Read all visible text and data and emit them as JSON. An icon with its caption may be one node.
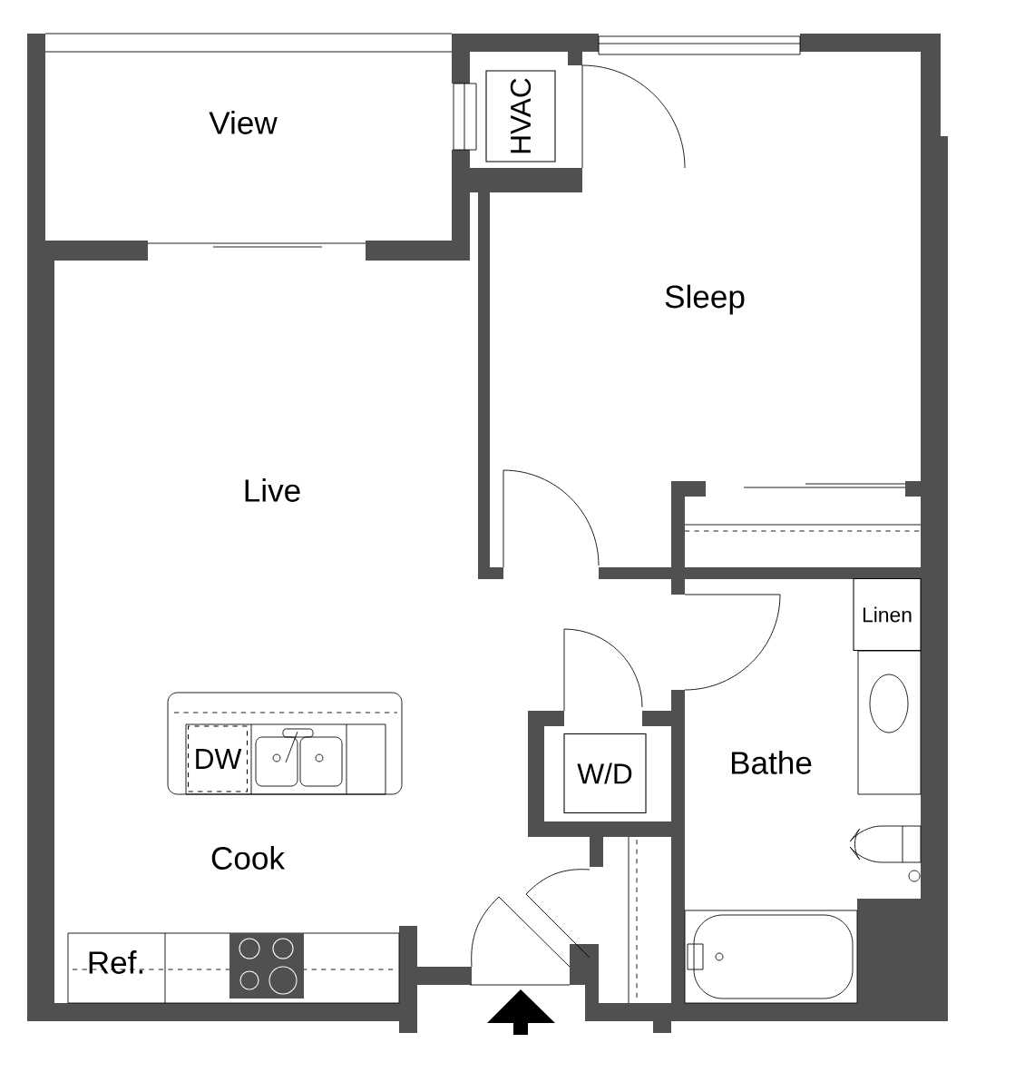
{
  "diagram": {
    "nodes": [
      {
        "text": [
          "HVAC"
        ]
      },
      {
        "text": [
          "DW"
        ]
      },
      {
        "text": [
          "W/D"
        ]
      },
      {
        "text": [
          "Linen"
        ]
      }
    ],
    "labels": [
      "View",
      "Sleep",
      "Live",
      "Bathe",
      "Cook",
      "Ref."
    ]
  }
}
